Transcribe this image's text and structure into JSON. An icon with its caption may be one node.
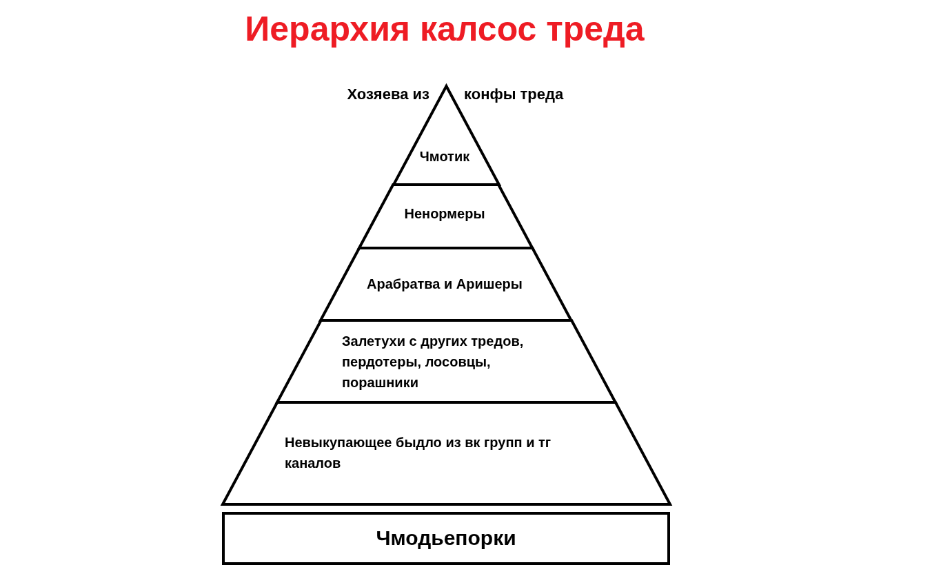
{
  "diagram": {
    "title": "Иерархия калсос треда",
    "nodes": [
      {
        "text": [
          "Чмотик"
        ]
      },
      {
        "text": [
          "Ненормеры"
        ]
      },
      {
        "text": [
          "Арабратва и Аришеры"
        ]
      },
      {
        "text": [
          "Залетухи с других тредов, пердотеры, лосовцы, порашники"
        ]
      },
      {
        "text": [
          "Невыкупающее быдло из вк групп и тг каналов"
        ]
      },
      {
        "text": [
          "Чмодьепорки"
        ]
      }
    ],
    "labels": [
      "Хозяева из",
      "конфы треда"
    ]
  }
}
